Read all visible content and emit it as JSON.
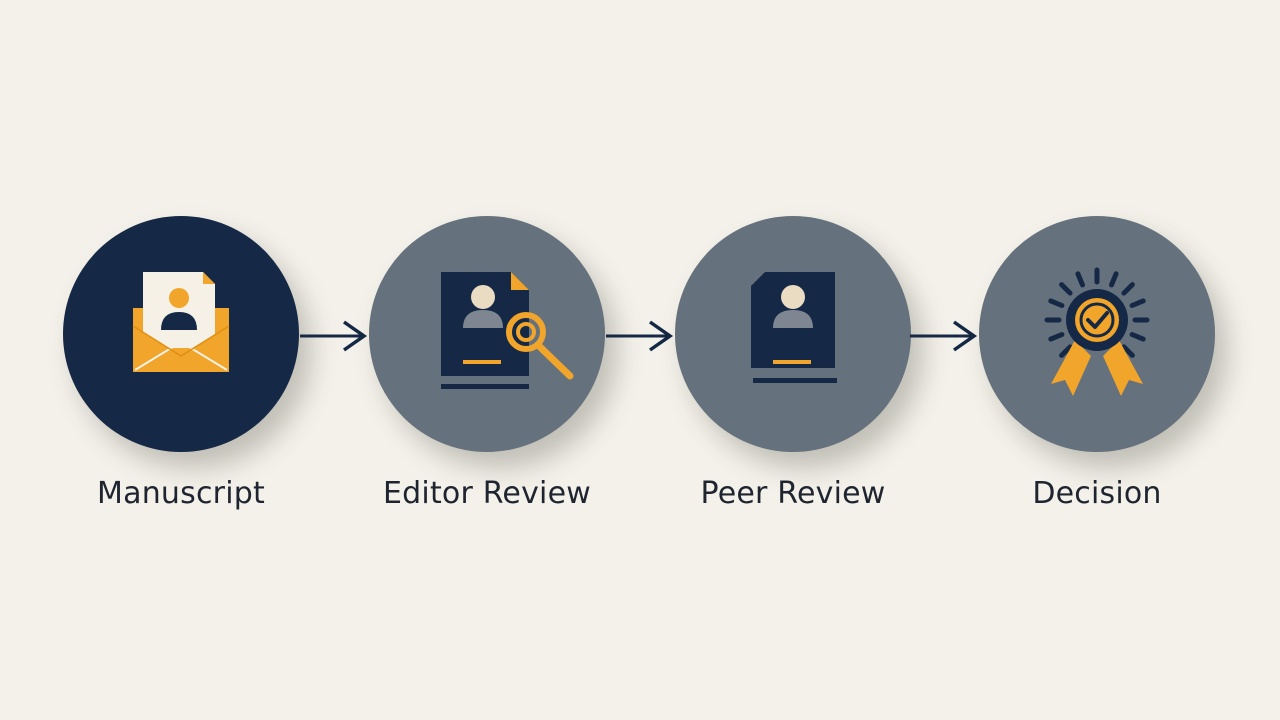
{
  "steps": [
    {
      "label": "Manuscript",
      "icon": "envelope-document-icon"
    },
    {
      "label": "Editor Review",
      "icon": "document-magnifier-icon"
    },
    {
      "label": "Peer Review",
      "icon": "document-profile-icon"
    },
    {
      "label": "Decision",
      "icon": "award-ribbon-check-icon"
    }
  ],
  "colors": {
    "background": "#f3f1e9",
    "navy": "#152845",
    "slate": "#65717d",
    "accent": "#f1a52a",
    "paper": "#f5f1e6",
    "text": "#1f2530"
  }
}
